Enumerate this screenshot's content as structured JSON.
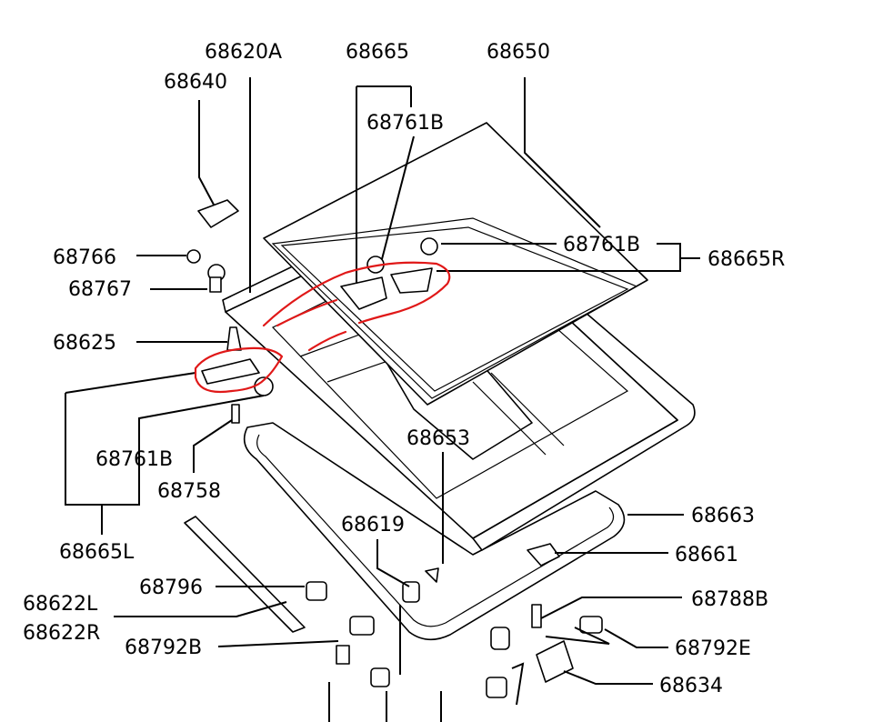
{
  "title": "Sunroof parts diagram",
  "labels": {
    "l68620A": "68620A",
    "l68665": "68665",
    "l68650": "68650",
    "l68640": "68640",
    "l68761B_top": "68761B",
    "l68766": "68766",
    "l68767": "68767",
    "l68761B_right": "68761B",
    "l68665R": "68665R",
    "l68625": "68625",
    "l68761B_left": "68761B",
    "l68758": "68758",
    "l68665L": "68665L",
    "l68653": "68653",
    "l68663": "68663",
    "l68619": "68619",
    "l68661": "68661",
    "l68796": "68796",
    "l68622L": "68622L",
    "l68622R": "68622R",
    "l68788B": "68788B",
    "l68792B": "68792B",
    "l68792E": "68792E",
    "l68634": "68634"
  },
  "colors": {
    "annotation": "#e01818",
    "line": "#000000"
  }
}
